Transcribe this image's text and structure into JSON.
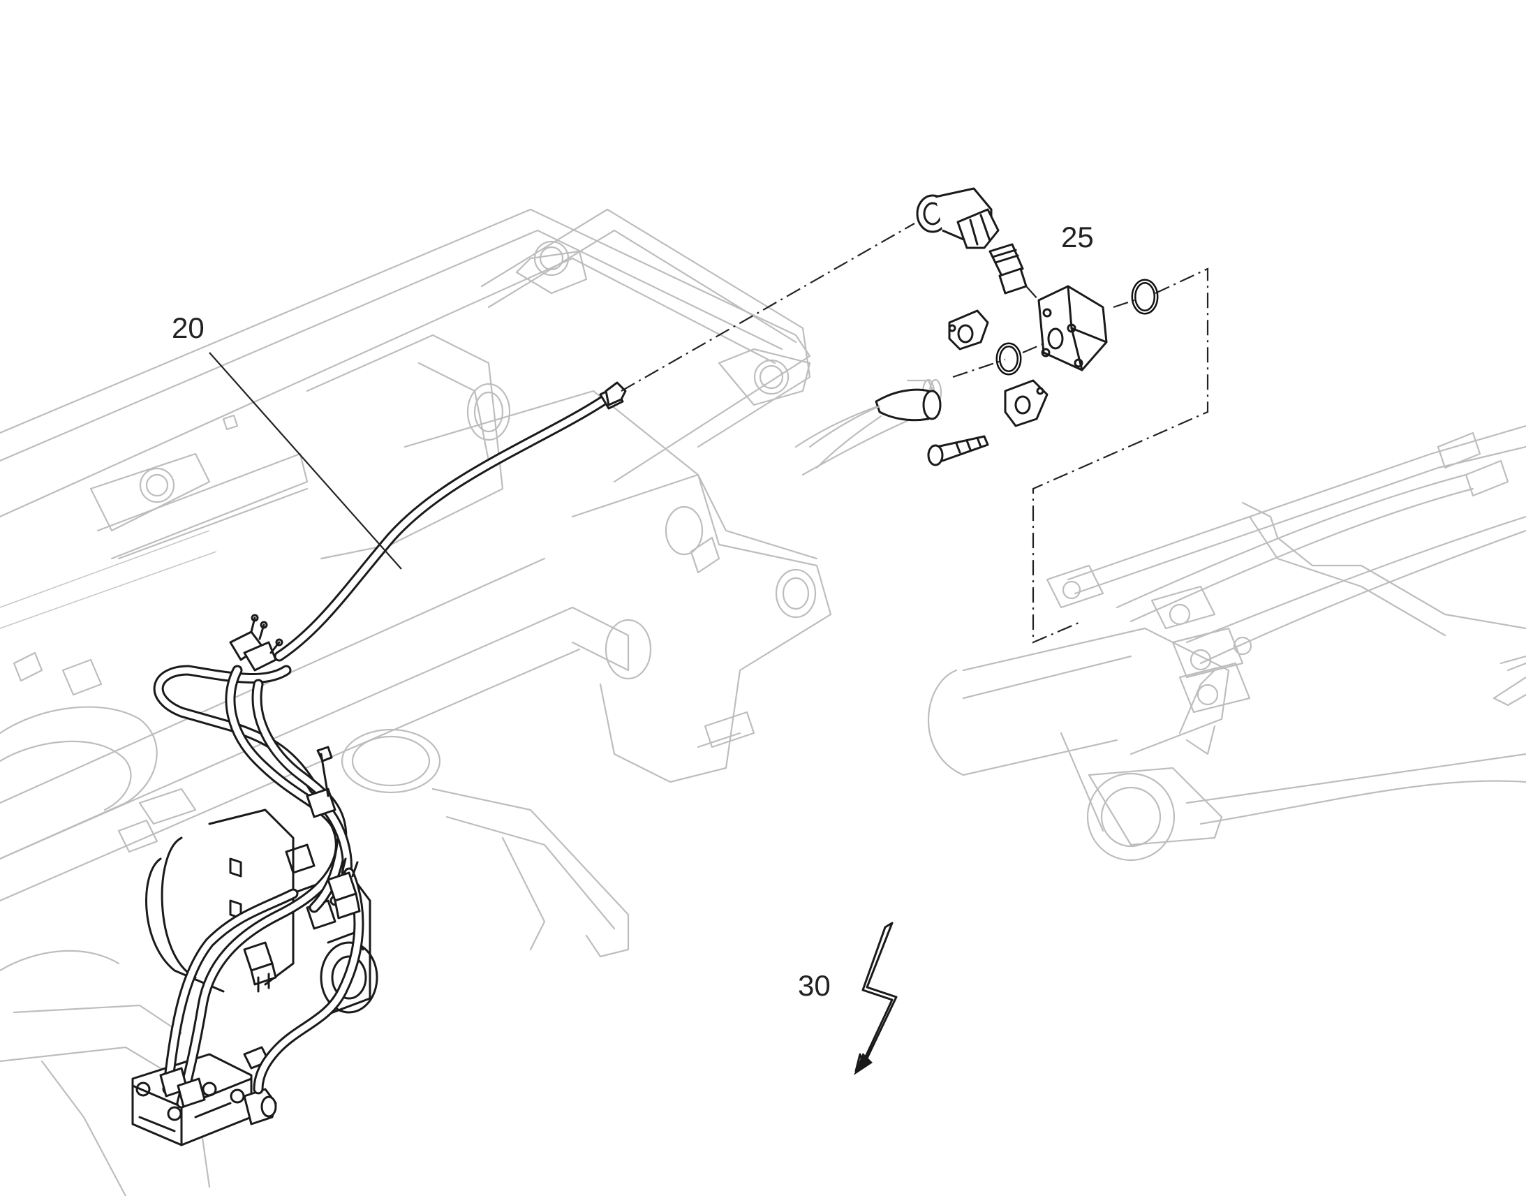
{
  "diagram": {
    "callouts": [
      {
        "id": "hose-assembly",
        "label": "20"
      },
      {
        "id": "fitting-kit",
        "label": "25"
      },
      {
        "id": "pump-reference",
        "label": "30"
      }
    ]
  },
  "colors": {
    "background": "#ffffff",
    "line_dark": "#1a1a1a",
    "line_faint": "#bdbdbd"
  }
}
